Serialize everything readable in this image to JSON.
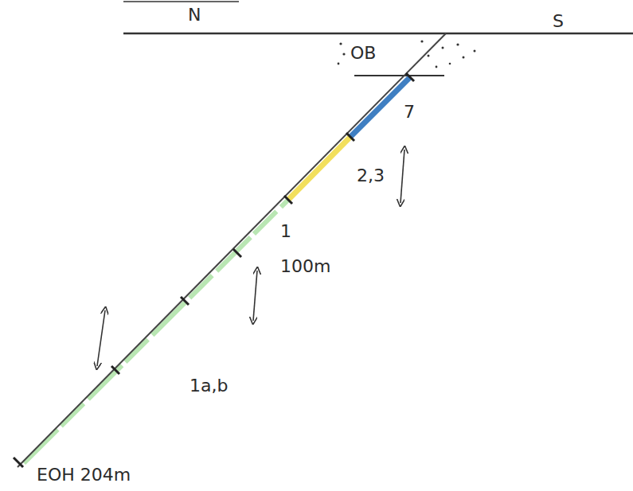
{
  "diagram": {
    "labels": [
      "N",
      "S",
      "OB",
      "7",
      "2,3",
      "1",
      "100m",
      "1a,b",
      "EOH 204m"
    ]
  }
}
